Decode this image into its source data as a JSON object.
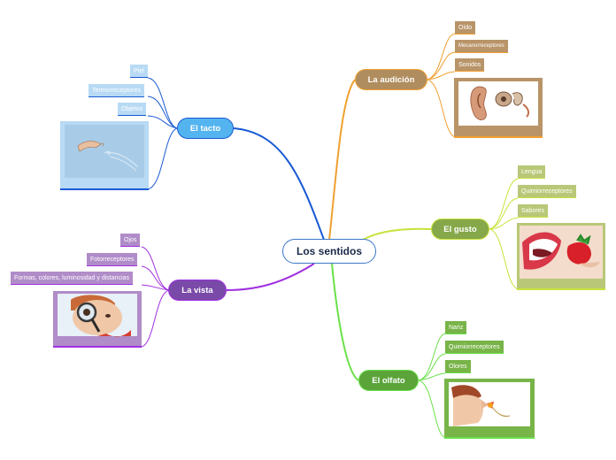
{
  "center": {
    "label": "Los sentidos"
  },
  "branches": {
    "audicion": {
      "label": "La audición",
      "leaves": [
        "Oído",
        "Mecanorreceptores",
        "Sonidos"
      ],
      "image": "ear-image"
    },
    "tacto": {
      "label": "El tacto",
      "leaves": [
        "Piel",
        "Termorreceptores",
        "Objetos"
      ],
      "image": "touching-hands-image"
    },
    "gusto": {
      "label": "El gusto",
      "leaves": [
        "Lengua",
        "Quimiorreceptores",
        "Sabores"
      ],
      "image": "mouth-strawberry-image"
    },
    "vista": {
      "label": "La vista",
      "leaves": [
        "Ojos",
        "Fotorreceptores",
        "Formas, colores, luminosidad y distancias"
      ],
      "image": "child-magnifier-image"
    },
    "olfato": {
      "label": "El olfato",
      "leaves": [
        "Nariz",
        "Quimiorreceptores",
        "Olores"
      ],
      "image": "smelling-flower-image"
    }
  },
  "colors": {
    "audicion": "#f0a030",
    "tacto": "#1a5ad4",
    "gusto": "#c8e23a",
    "vista": "#a030e0",
    "olfato": "#6ae04a"
  }
}
